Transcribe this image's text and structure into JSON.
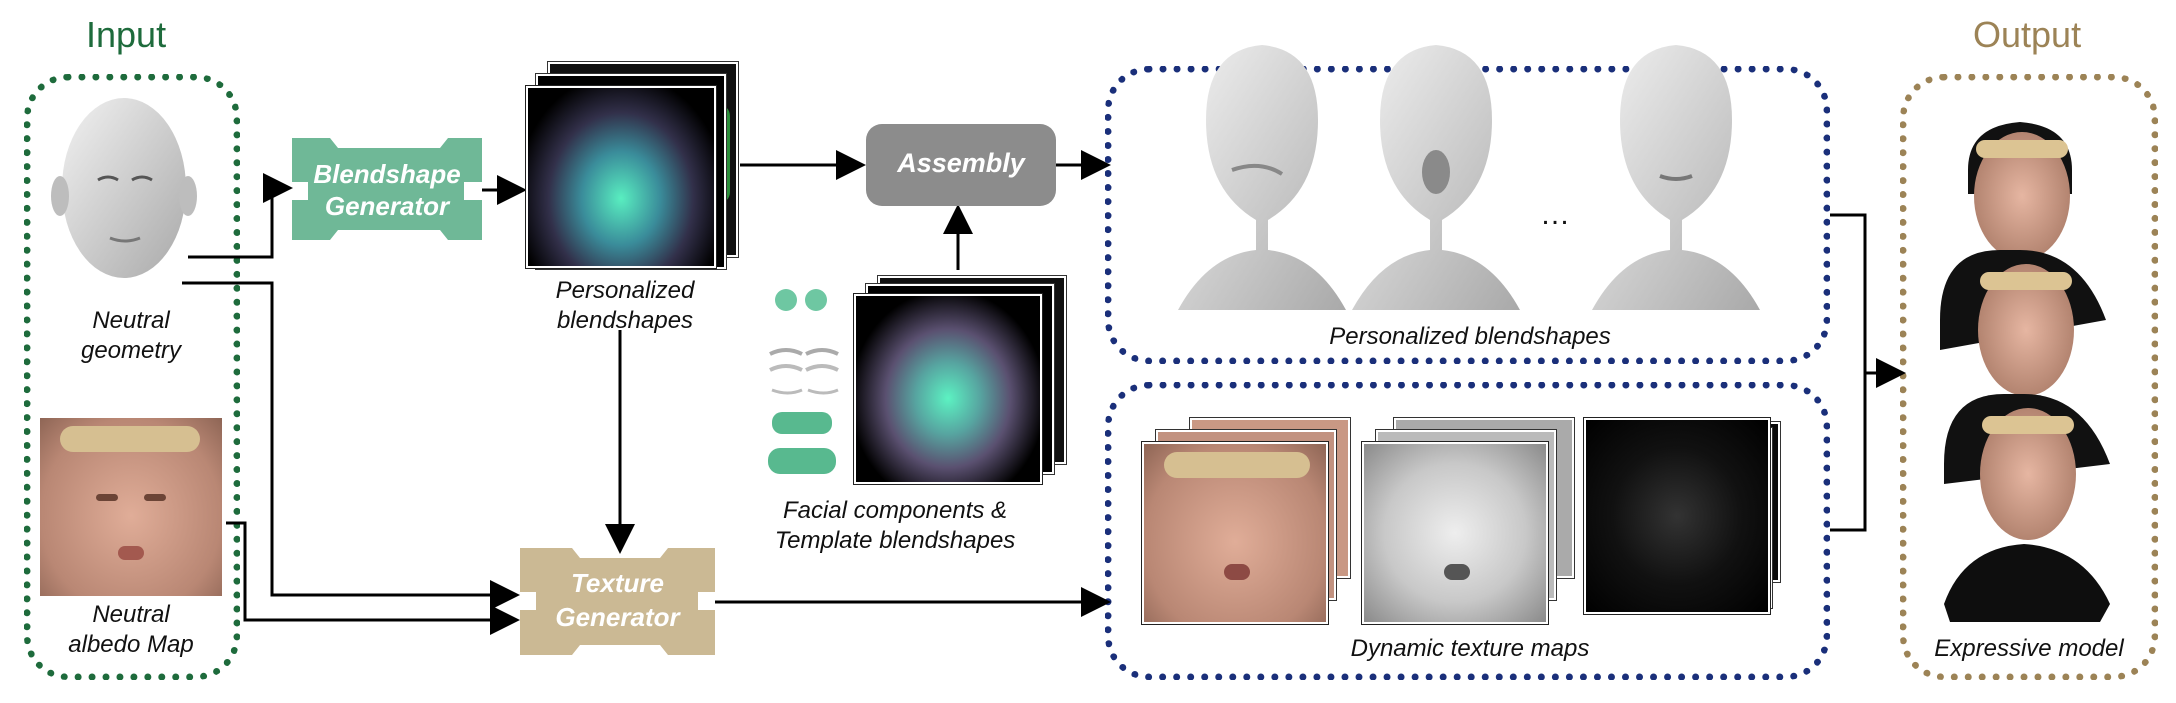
{
  "input_title": "Input",
  "output_title": "Output",
  "neutral_geometry": [
    "Neutral",
    "geometry"
  ],
  "neutral_albedo": [
    "Neutral",
    "albedo Map"
  ],
  "blendshape_generator": [
    "Blendshape",
    "Generator"
  ],
  "texture_generator": [
    "Texture",
    "Generator"
  ],
  "assembly": "Assembly",
  "personalized_blendshapes_small": [
    "Personalized",
    "blendshapes"
  ],
  "facial_components": [
    "Facial components &",
    "Template blendshapes"
  ],
  "personalized_blendshapes_caption": "Personalized blendshapes",
  "ellipsis": "…",
  "dynamic_texture_caption": "Dynamic texture maps",
  "expressive_model": "Expressive model",
  "colors": {
    "input_green": "#1e6b3c",
    "output_tan": "#9c8356",
    "box_blue": "#1a2f7a",
    "blend_generator": "#6fb897",
    "texture_generator": "#cbb994",
    "assembly": "#8c8c8c"
  },
  "icons": {
    "head": "head-render-icon",
    "albedo": "albedo-map-icon",
    "uv_stack": "uv-map-stack-icon",
    "components": "facial-components-icon"
  }
}
